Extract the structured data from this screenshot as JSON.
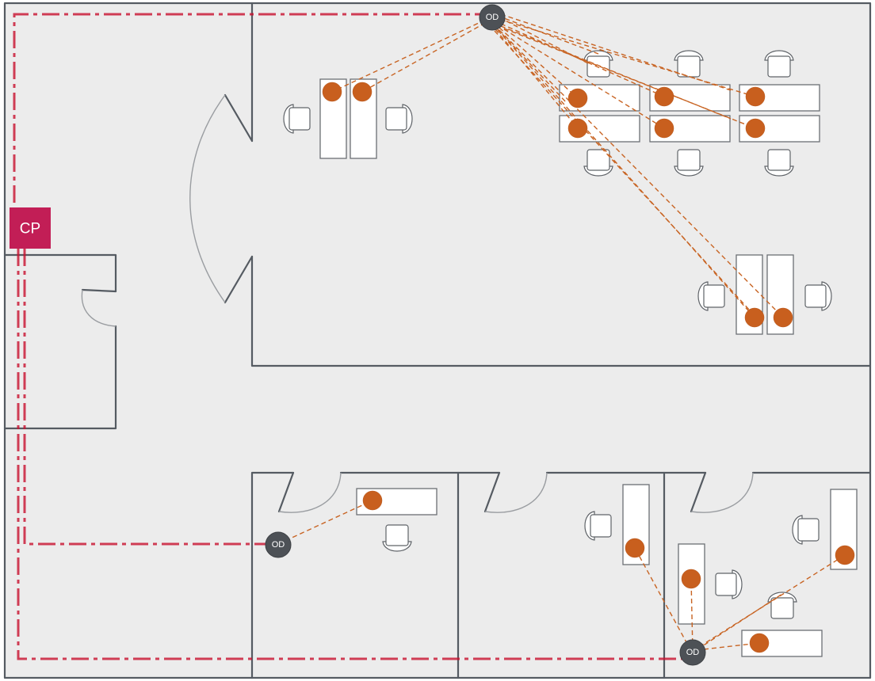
{
  "diagram": {
    "consolidation_point": {
      "label": "CP",
      "color": "#c21e56"
    },
    "outlet_distributors": [
      {
        "id": "od-top",
        "label": "OD"
      },
      {
        "id": "od-office1",
        "label": "OD"
      },
      {
        "id": "od-office3",
        "label": "OD"
      }
    ],
    "colors": {
      "floor": "#ececec",
      "wall": "#555b62",
      "cable": "#c8102e",
      "link": "#c86423",
      "outlet": "#c85f1e",
      "od": "#4d5156"
    },
    "legend_shown": false
  }
}
